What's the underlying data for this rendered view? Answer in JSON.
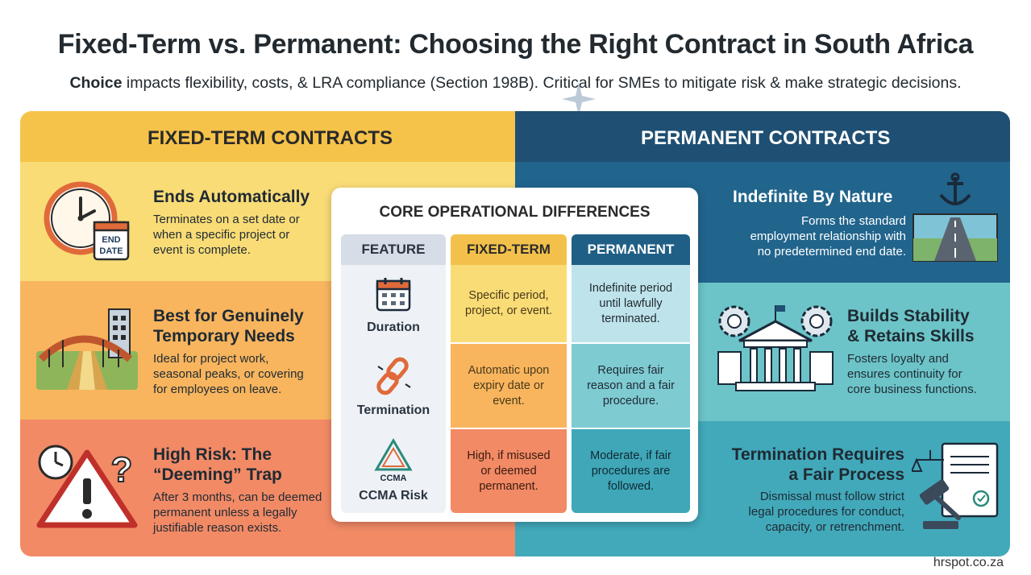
{
  "header": {
    "title": "Fixed-Term vs. Permanent: Choosing the Right Contract in South Africa",
    "subtitle_bold": "Choice",
    "subtitle_rest": " impacts flexibility, costs, & LRA compliance (Section 198B). Critical for SMEs to mitigate risk & make strategic decisions."
  },
  "fixed_term": {
    "heading": "FIXED-TERM CONTRACTS",
    "items": [
      {
        "title": "Ends Automatically",
        "desc": [
          "Terminates on a set date or",
          "when a specific project or",
          "event is complete."
        ],
        "icon_text": [
          "END",
          "DATE"
        ]
      },
      {
        "title": [
          "Best for Genuinely",
          "Temporary Needs"
        ],
        "desc": [
          "Ideal for project work,",
          "seasonal peaks, or covering",
          "for employees on leave."
        ]
      },
      {
        "title": [
          "High Risk: The",
          "“Deeming” Trap"
        ],
        "desc": [
          "After 3 months, can be deemed",
          "permanent unless a legally",
          "justifiable reason exists."
        ]
      }
    ]
  },
  "permanent": {
    "heading": "PERMANENT CONTRACTS",
    "items": [
      {
        "title": "Indefinite By Nature",
        "desc": [
          "Forms the standard",
          "employment relationship with",
          "no predetermined end date."
        ]
      },
      {
        "title": [
          "Builds Stability",
          "& Retains Skills"
        ],
        "desc": [
          "Fosters loyalty and",
          "ensures continuity for",
          "core business functions."
        ]
      },
      {
        "title": [
          "Termination Requires",
          "a Fair Process"
        ],
        "desc": [
          "Dismissal must follow strict",
          "legal procedures for conduct,",
          "capacity, or retrenchment."
        ]
      }
    ]
  },
  "table": {
    "title": "CORE OPERATIONAL DIFFERENCES",
    "headers": [
      "FEATURE",
      "FIXED-TERM",
      "PERMANENT"
    ],
    "rows": [
      {
        "feature": "Duration",
        "fixed": [
          "Specific period,",
          "project, or event."
        ],
        "perm": [
          "Indefinite period",
          "until lawfully",
          "terminated."
        ]
      },
      {
        "feature": "Termination",
        "fixed": [
          "Automatic upon",
          "expiry date or",
          "event."
        ],
        "perm": [
          "Requires fair",
          "reason and a fair",
          "procedure."
        ]
      },
      {
        "feature": "CCMA Risk",
        "fixed": [
          "High, if misused",
          "or deemed",
          "permanent."
        ],
        "perm": [
          "Moderate, if fair",
          "procedures are",
          "followed."
        ],
        "icon_text": "CCMA"
      }
    ]
  },
  "footer": {
    "credit": "hrspot.co.za"
  },
  "colors": {
    "fixed_header": "#f6c34a",
    "perm_header": "#1f4f72",
    "high_risk": "#f28a66",
    "teal": "#6cc4c8"
  }
}
